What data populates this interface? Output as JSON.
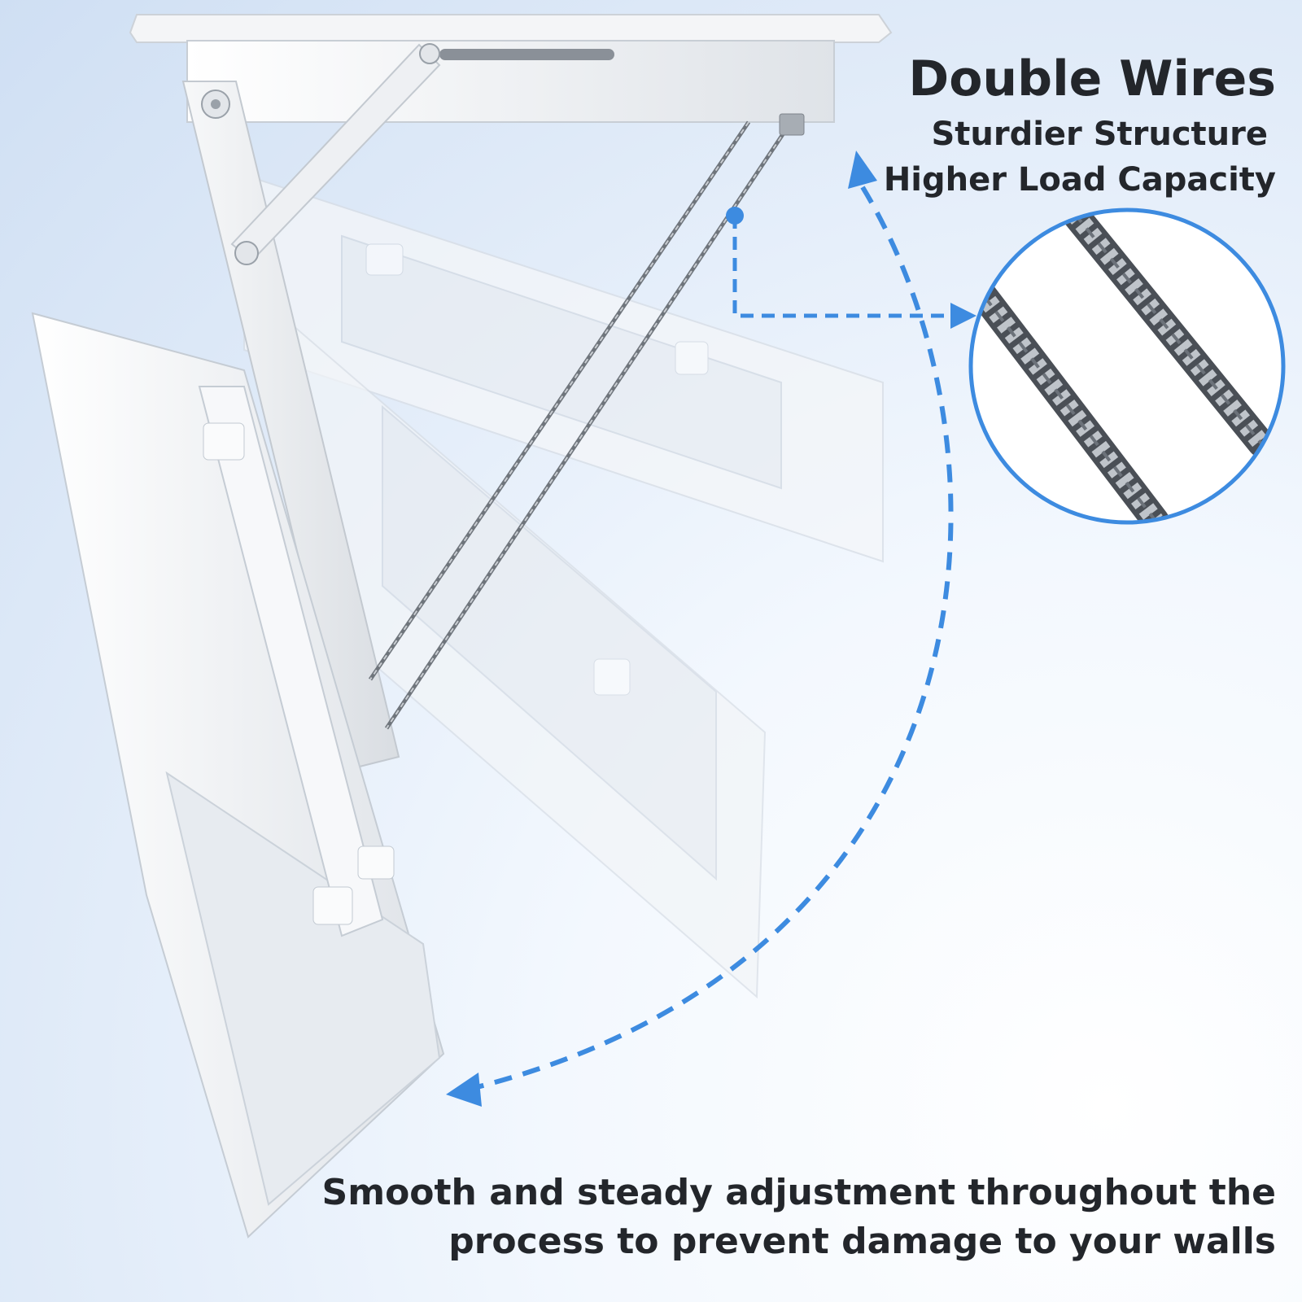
{
  "headline": {
    "title": "Double Wires",
    "line1": "Sturdier Structure",
    "line2": "Higher Load Capacity"
  },
  "caption": {
    "line1": "Smooth and steady adjustment throughout the",
    "line2": "process to prevent damage to your walls"
  },
  "colors": {
    "accent": "#3d8be0",
    "text": "#23262b",
    "mount": "#eef0f2"
  }
}
